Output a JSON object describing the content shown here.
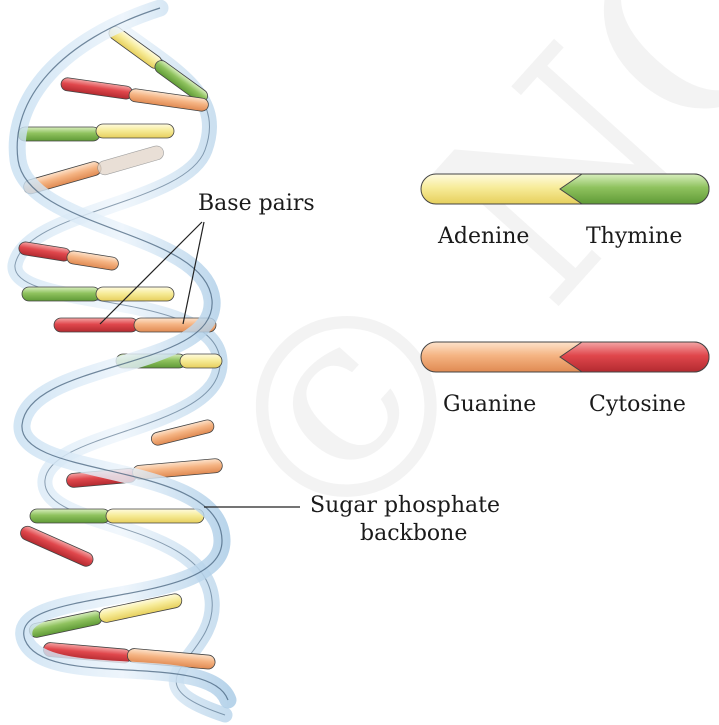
{
  "labels": {
    "base_pairs": "Base pairs",
    "sugar_phosphate_1": "Sugar phosphate",
    "sugar_phosphate_2": "backbone"
  },
  "legend": [
    {
      "left": "Adenine",
      "right": "Thymine"
    },
    {
      "left": "Guanine",
      "right": "Cytosine"
    }
  ],
  "watermark": "© NCERT to be re",
  "colors": {
    "adenine": "#f7ec9a",
    "thymine": "#8fc25e",
    "guanine": "#f5b483",
    "cytosine": "#e0474c",
    "backbone": "#a9cbe6",
    "backbone_edge": "#3d5a75"
  }
}
